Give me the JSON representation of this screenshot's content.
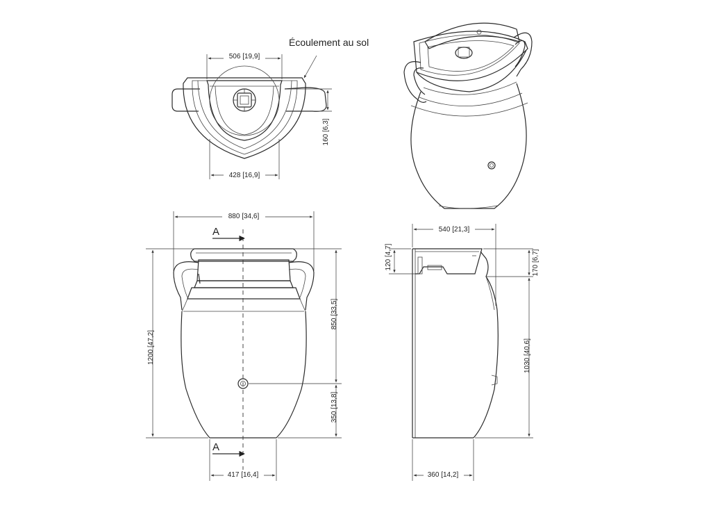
{
  "annotation": {
    "drain_label": "Écoulement au sol"
  },
  "dimensions": {
    "top_width": "506 [19,9]",
    "top_inner_width": "428 [16,9]",
    "top_depth": "160 [6,3]",
    "front_width": "880 [34,6]",
    "front_height": "1200 [47,2]",
    "front_upper": "850 [33,5]",
    "front_lower": "350 [13,8]",
    "base_width": "417 [16,4]",
    "side_width": "540 [21,3]",
    "side_top_a": "120 [4,7]",
    "side_top_b": "170 [6,7]",
    "side_height": "1030 [40,6]",
    "side_base": "360 [14,2]"
  },
  "section": {
    "label_top": "A",
    "label_bottom": "A"
  },
  "views": [
    "top-view",
    "perspective-view",
    "front-view",
    "side-section-view"
  ]
}
